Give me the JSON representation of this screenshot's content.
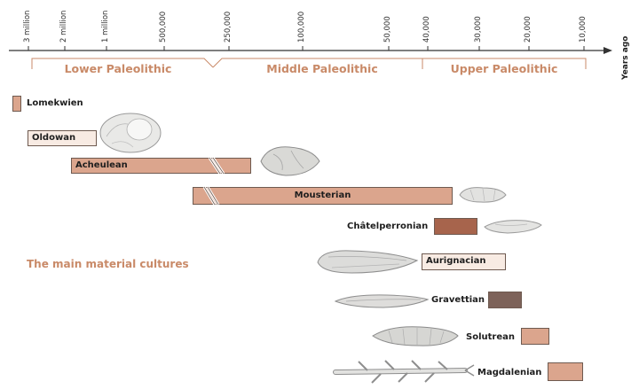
{
  "axis": {
    "ticks": [
      "3 million",
      "2 million",
      "1 million",
      "500,000",
      "250,000",
      "100,000",
      "50,000",
      "40,000",
      "30,000",
      "20,000",
      "10,000"
    ],
    "title": "Years ago"
  },
  "periods": [
    {
      "label": "Lower Paleolithic"
    },
    {
      "label": "Middle Paleolithic"
    },
    {
      "label": "Upper Paleolithic"
    }
  ],
  "subtitle": "The main material cultures",
  "cultures": [
    {
      "name": "Lomekwien"
    },
    {
      "name": "Oldowan"
    },
    {
      "name": "Acheulean"
    },
    {
      "name": "Mousterian"
    },
    {
      "name": "Châtelperronian"
    },
    {
      "name": "Aurignacian"
    },
    {
      "name": "Gravettian"
    },
    {
      "name": "Solutrean"
    },
    {
      "name": "Magdalenian"
    }
  ],
  "colors": {
    "bar_pink": "#dba58d",
    "bar_light": "#f8ebe3",
    "bar_brown": "#a7644c",
    "bar_dark": "#7d6259",
    "period_text": "#c98a68"
  }
}
